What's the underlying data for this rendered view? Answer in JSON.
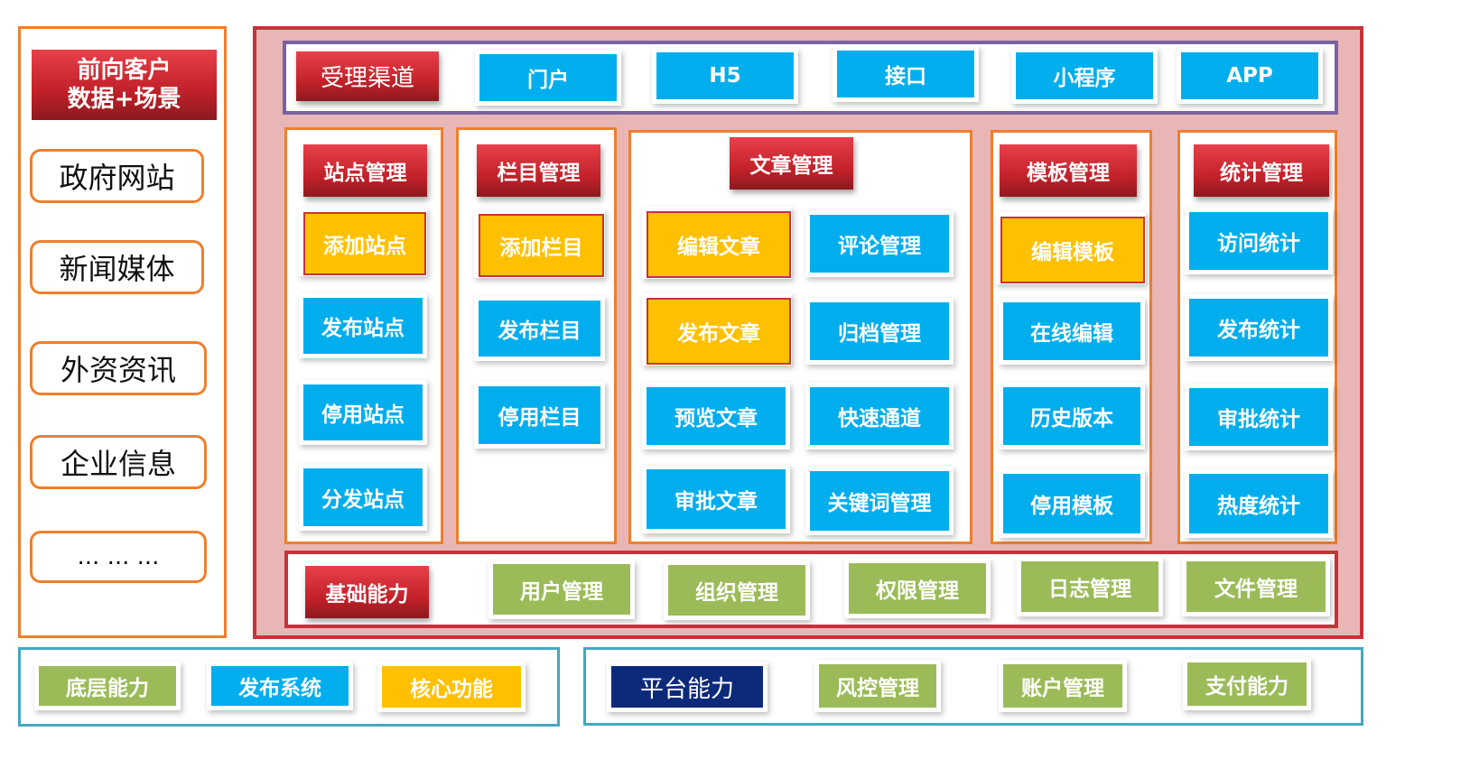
{
  "left": {
    "title": "前向客户\n数据+场景",
    "items": [
      "政府网站",
      "新闻媒体",
      "外资资讯",
      "企业信息",
      "... ... ..."
    ]
  },
  "channels": {
    "title": "受理渠道",
    "items": [
      "门户",
      "H5",
      "接口",
      "小程序",
      "APP"
    ]
  },
  "sections": [
    {
      "title": "站点管理",
      "items": [
        {
          "label": "添加站点",
          "type": "core"
        },
        {
          "label": "发布站点",
          "type": "publish"
        },
        {
          "label": "停用站点",
          "type": "publish"
        },
        {
          "label": "分发站点",
          "type": "publish"
        }
      ]
    },
    {
      "title": "栏目管理",
      "items": [
        {
          "label": "添加栏目",
          "type": "core"
        },
        {
          "label": "发布栏目",
          "type": "publish"
        },
        {
          "label": "停用栏目",
          "type": "publish"
        }
      ]
    },
    {
      "title": "文章管理",
      "items": [
        {
          "label": "编辑文章",
          "type": "core"
        },
        {
          "label": "评论管理",
          "type": "publish"
        },
        {
          "label": "发布文章",
          "type": "core"
        },
        {
          "label": "归档管理",
          "type": "publish"
        },
        {
          "label": "预览文章",
          "type": "publish"
        },
        {
          "label": "快速通道",
          "type": "publish"
        },
        {
          "label": "审批文章",
          "type": "publish"
        },
        {
          "label": "关键词管理",
          "type": "publish"
        }
      ]
    },
    {
      "title": "模板管理",
      "items": [
        {
          "label": "编辑模板",
          "type": "core"
        },
        {
          "label": "在线编辑",
          "type": "publish"
        },
        {
          "label": "历史版本",
          "type": "publish"
        },
        {
          "label": "停用模板",
          "type": "publish"
        }
      ]
    },
    {
      "title": "统计管理",
      "items": [
        {
          "label": "访问统计",
          "type": "publish"
        },
        {
          "label": "发布统计",
          "type": "publish"
        },
        {
          "label": "审批统计",
          "type": "publish"
        },
        {
          "label": "热度统计",
          "type": "publish"
        }
      ]
    }
  ],
  "base": {
    "title": "基础能力",
    "items": [
      "用户管理",
      "组织管理",
      "权限管理",
      "日志管理",
      "文件管理"
    ]
  },
  "legend": {
    "items": [
      {
        "label": "底层能力",
        "type": "base"
      },
      {
        "label": "发布系统",
        "type": "publish"
      },
      {
        "label": "核心功能",
        "type": "core"
      }
    ]
  },
  "platform": {
    "title": "平台能力",
    "items": [
      "风控管理",
      "账户管理",
      "支付能力"
    ]
  },
  "colors": {
    "red": "#c02028",
    "blue": "#00aeee",
    "yellow": "#ffc000",
    "green": "#9bbb59",
    "navy": "#0d2a7a",
    "orange_border": "#f07e2c",
    "purple_border": "#7b62a3",
    "teal_border": "#45a8c0",
    "main_fill": "#e9b6b6"
  }
}
